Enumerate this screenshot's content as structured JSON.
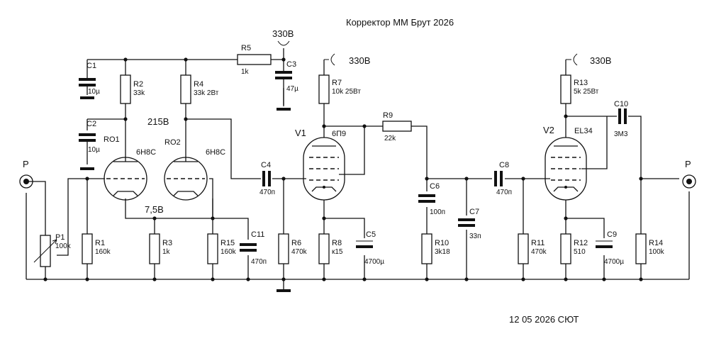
{
  "title": "Корректор ММ Брут 2026",
  "footer": "12 05 2026 СЮТ",
  "voltages": {
    "supply1": "330В",
    "supply2": "330В",
    "supply3": "330В",
    "node215": "215В",
    "node75": "7,5В"
  },
  "connectors": {
    "input": "P",
    "output": "P"
  },
  "tubes": [
    {
      "ref": "RO1",
      "type": "6Н8С"
    },
    {
      "ref": "RO2",
      "type": "6Н8С"
    },
    {
      "ref": "V1",
      "type": "6П9"
    },
    {
      "ref": "V2",
      "type": "EL34"
    }
  ],
  "components": {
    "C1": {
      "ref": "C1",
      "value": "10µ"
    },
    "C2": {
      "ref": "C2",
      "value": "10µ"
    },
    "R2": {
      "ref": "R2",
      "value": "33k"
    },
    "R4": {
      "ref": "R4",
      "value": "33k 2Вт"
    },
    "R5": {
      "ref": "R5",
      "value": "1k"
    },
    "C3": {
      "ref": "C3",
      "value": "47µ"
    },
    "R7": {
      "ref": "R7",
      "value": "10k 25Вт"
    },
    "R9": {
      "ref": "R9",
      "value": "22k"
    },
    "R13": {
      "ref": "R13",
      "value": "5k 25Вт"
    },
    "C10": {
      "ref": "C10",
      "value": "3М3"
    },
    "C4": {
      "ref": "C4",
      "value": "470п"
    },
    "C6": {
      "ref": "C6",
      "value": "100п"
    },
    "C8": {
      "ref": "C8",
      "value": "470п"
    },
    "C7": {
      "ref": "C7",
      "value": "33п"
    },
    "P1": {
      "ref": "P1",
      "value": "100k"
    },
    "R1": {
      "ref": "R1",
      "value": "160k"
    },
    "R3": {
      "ref": "R3",
      "value": "1k"
    },
    "R15": {
      "ref": "R15",
      "value": "160k"
    },
    "C11": {
      "ref": "C11",
      "value": "470п"
    },
    "R6": {
      "ref": "R6",
      "value": "470k"
    },
    "R8": {
      "ref": "R8",
      "value": "к15"
    },
    "C5": {
      "ref": "C5",
      "value": "4700µ"
    },
    "R10": {
      "ref": "R10",
      "value": "3k18"
    },
    "R11": {
      "ref": "R11",
      "value": "470k"
    },
    "R12": {
      "ref": "R12",
      "value": "510"
    },
    "C9": {
      "ref": "C9",
      "value": "4700µ"
    },
    "R14": {
      "ref": "R14",
      "value": "100k"
    }
  }
}
